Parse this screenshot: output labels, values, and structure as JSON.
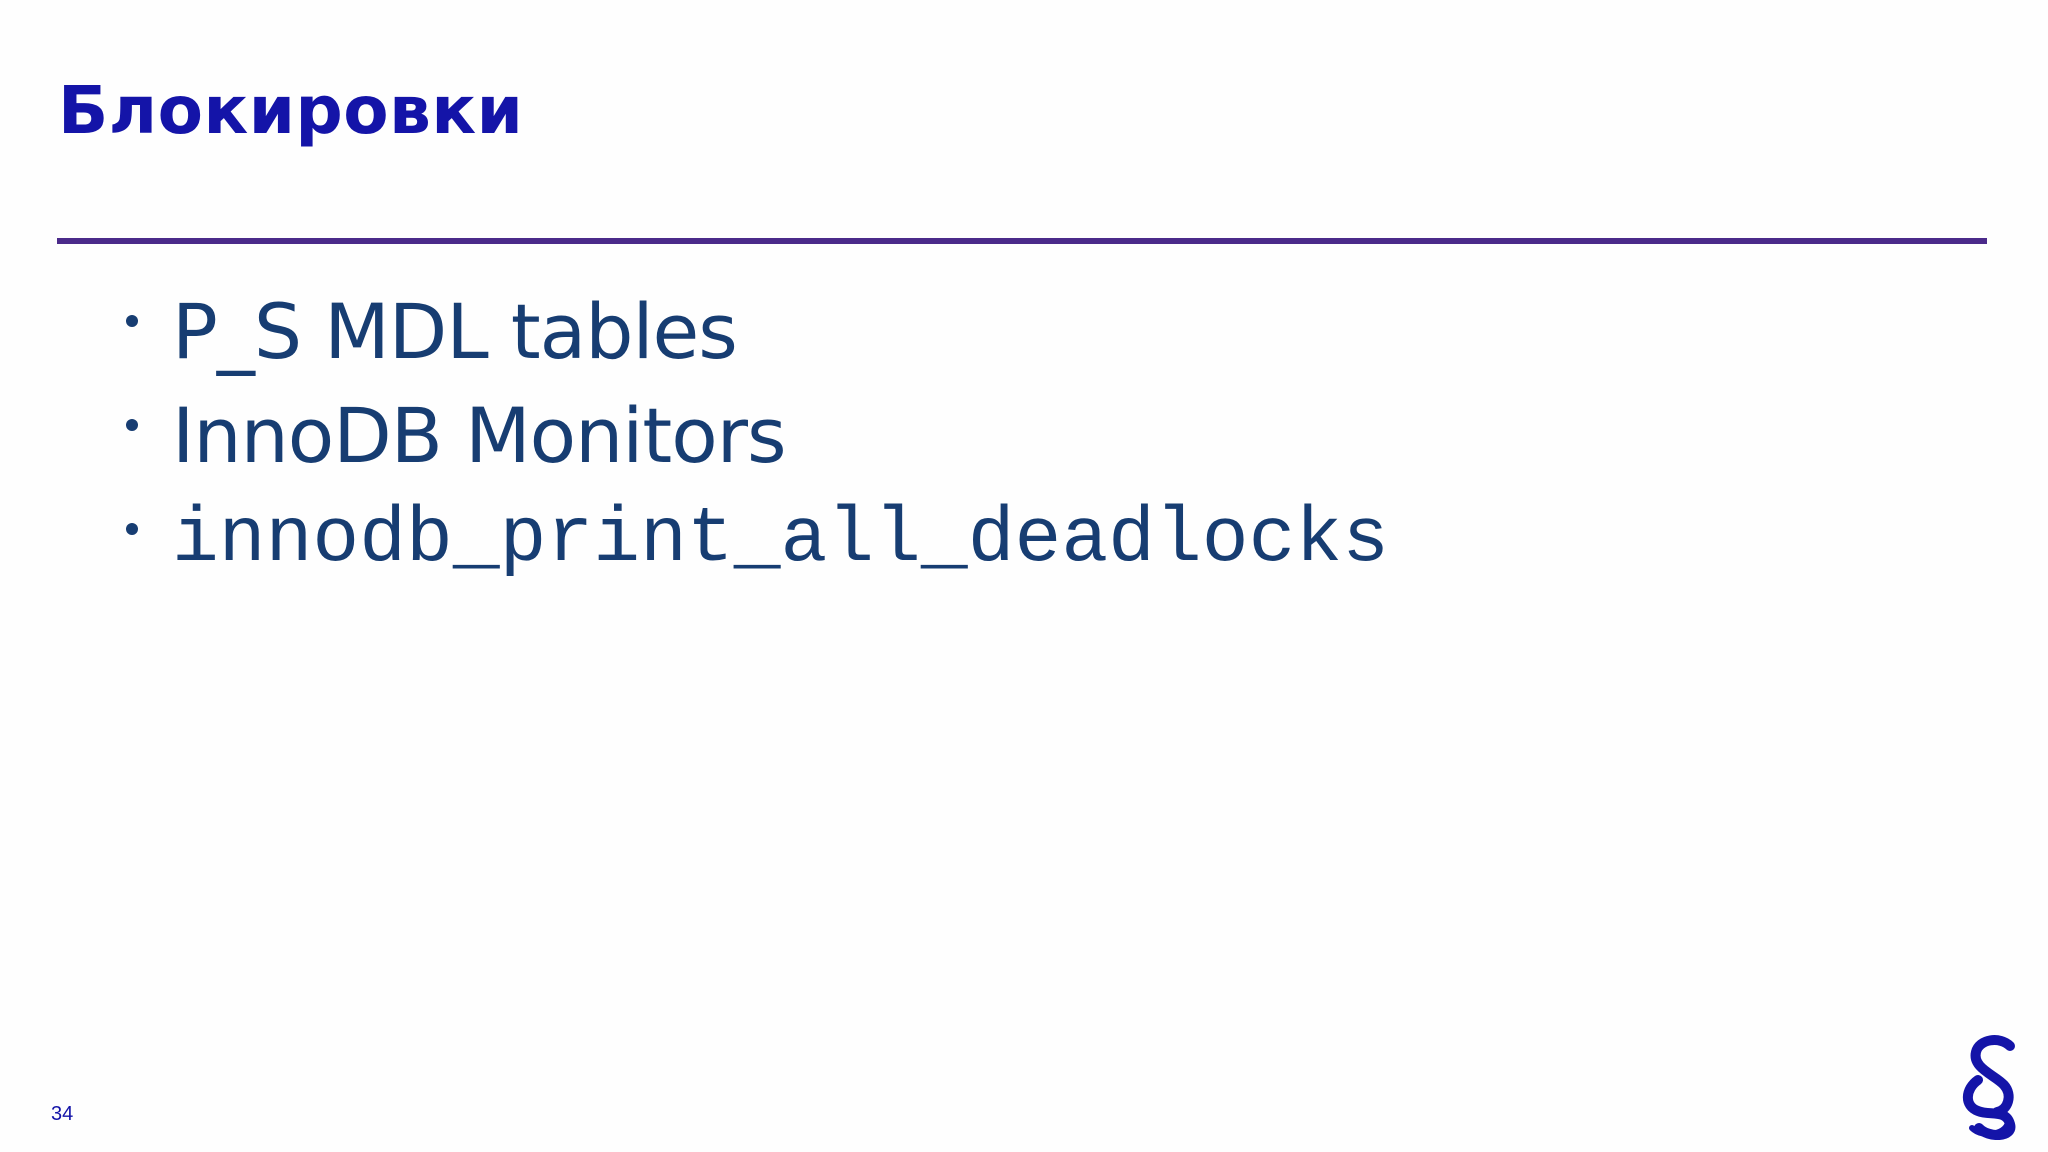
{
  "slide": {
    "title": "Блокировки",
    "items": [
      "P_S MDL tables",
      "InnoDB Monitors",
      "innodb_print_all_deadlocks"
    ],
    "page_number": "34",
    "logo_icon": "section-sign-logo",
    "colors": {
      "title": "#1414a8",
      "rule": "#4b2a8a",
      "text": "#173d72"
    }
  }
}
